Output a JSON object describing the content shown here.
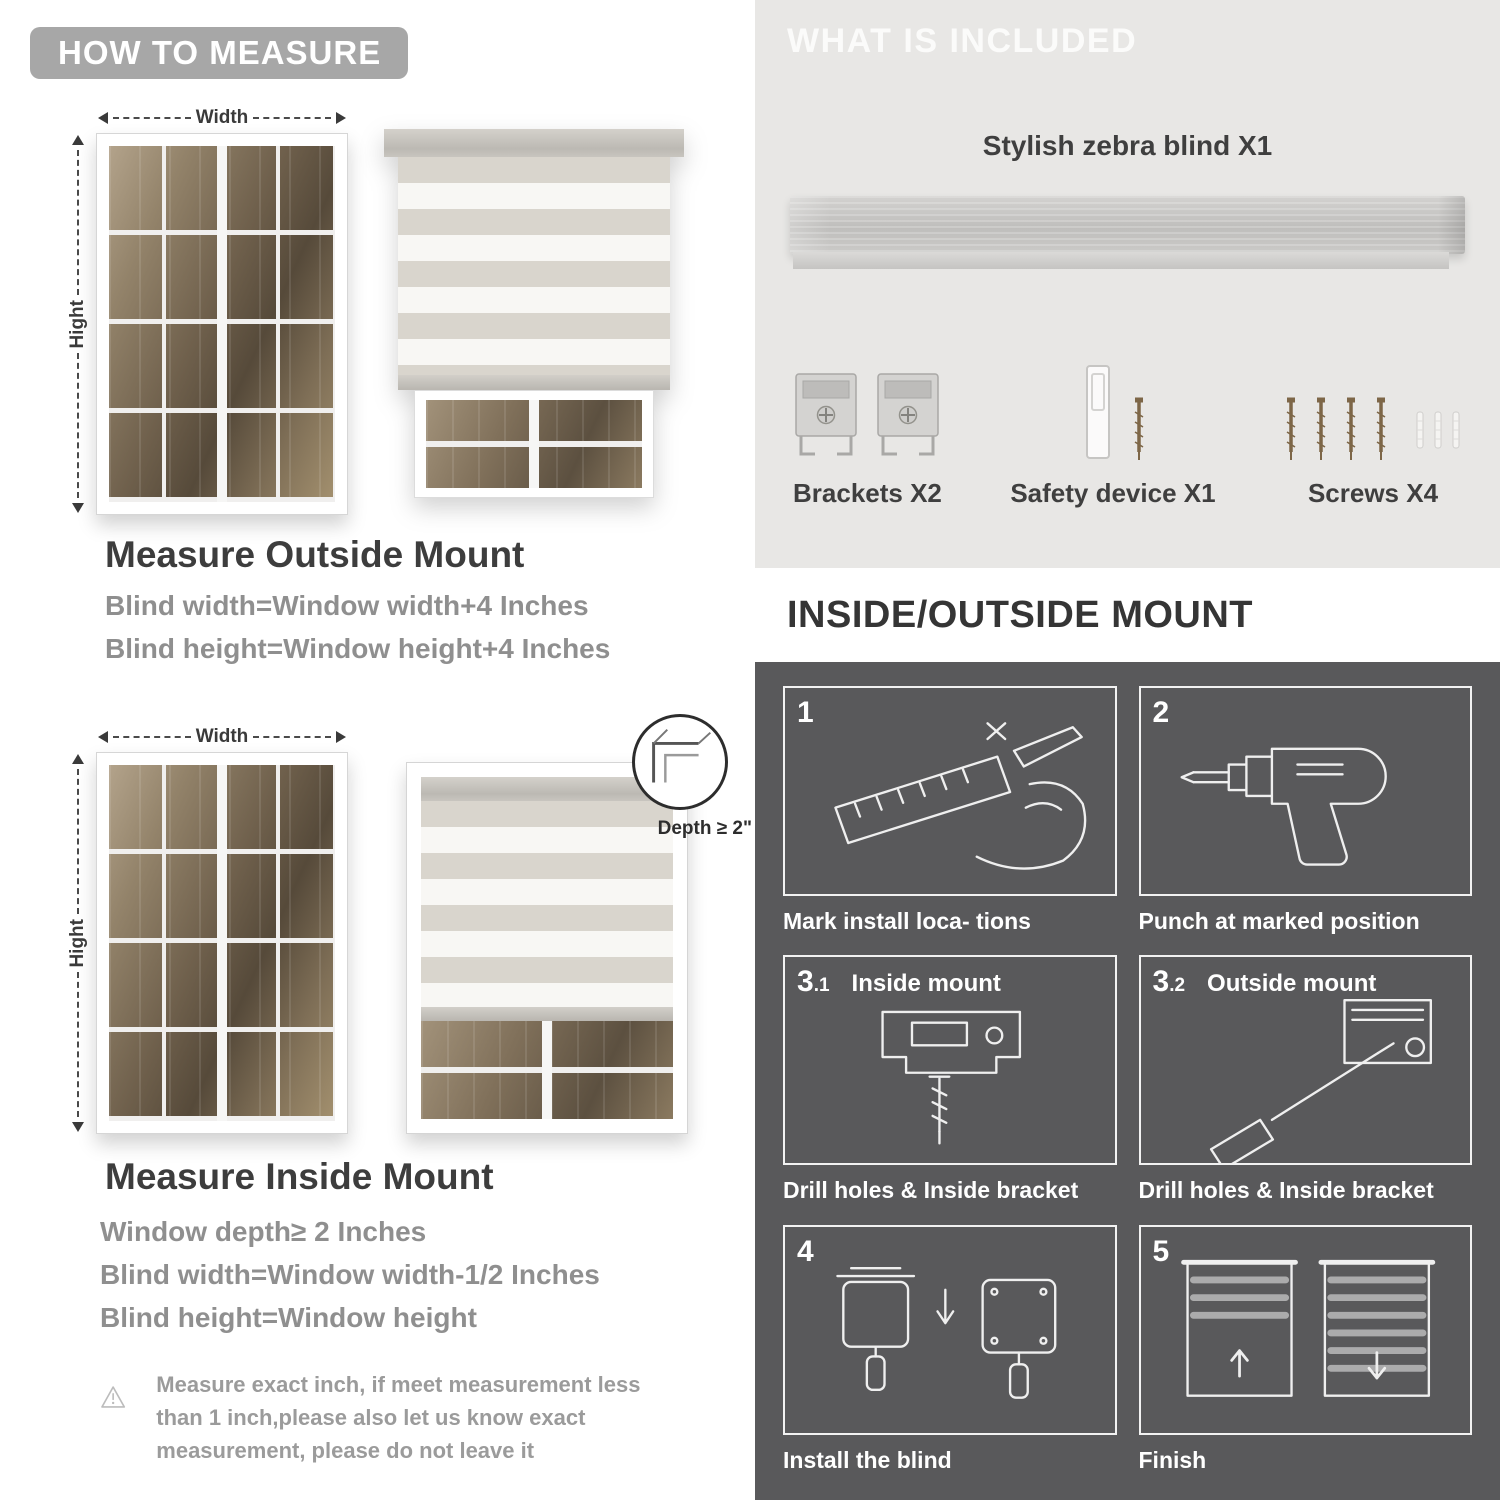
{
  "colors": {
    "banner_gray": "#a7a7a7",
    "panel_light": "#e8e7e5",
    "panel_dark": "#59595b",
    "heading": "#3d3d3d",
    "muted_text": "#8f8f8f"
  },
  "left": {
    "title": "HOW TO MEASURE",
    "outside": {
      "width_label": "Width",
      "height_label": "Hight",
      "heading": "Measure Outside Mount",
      "lines": [
        "Blind width=Window width+4 Inches",
        "Blind height=Window height+4 Inches"
      ]
    },
    "inside": {
      "width_label": "Width",
      "height_label": "Hight",
      "depth_label": "Depth ≥ 2\"",
      "heading": "Measure Inside Mount",
      "lines": [
        "Window depth≥ 2 Inches",
        "Blind width=Window width-1/2 Inches",
        "Blind height=Window height"
      ]
    },
    "warning_text": "Measure exact inch, if meet measurement less than 1 inch,please also let us know exact measurement, please do not leave it"
  },
  "included": {
    "title": "WHAT IS INCLUDED",
    "blind_label": "Stylish zebra blind X1",
    "items": [
      {
        "label": "Brackets X2"
      },
      {
        "label": "Safety device X1"
      },
      {
        "label": "Screws X4"
      }
    ]
  },
  "mount": {
    "title": "INSIDE/OUTSIDE MOUNT",
    "steps": [
      {
        "num": "1",
        "sub": "",
        "label": "",
        "caption": "Mark install loca- tions"
      },
      {
        "num": "2",
        "sub": "",
        "label": "",
        "caption": "Punch at  marked position"
      },
      {
        "num": "3",
        "sub": ".1",
        "label": "Inside mount",
        "caption": "Drill holes &  Inside bracket"
      },
      {
        "num": "3",
        "sub": ".2",
        "label": "Outside mount",
        "caption": "Drill holes &  Inside bracket"
      },
      {
        "num": "4",
        "sub": "",
        "label": "",
        "caption": "Install the blind"
      },
      {
        "num": "5",
        "sub": "",
        "label": "",
        "caption": "Finish"
      }
    ]
  }
}
